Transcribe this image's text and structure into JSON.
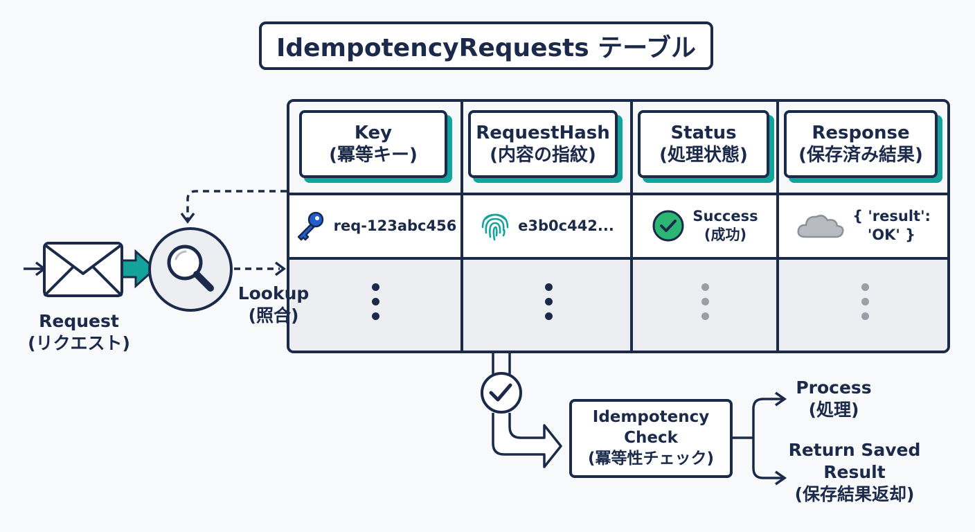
{
  "title": "IdempotencyRequests テーブル",
  "table": {
    "columns": [
      {
        "name": "Key",
        "sub": "(冪等キー)"
      },
      {
        "name": "RequestHash",
        "sub": "(内容の指紋)"
      },
      {
        "name": "Status",
        "sub": "(処理状態)"
      },
      {
        "name": "Response",
        "sub": "(保存済み結果)"
      }
    ],
    "row": {
      "key": "req-123abc456",
      "hash": "e3b0c442...",
      "status_line1": "Success",
      "status_line2": "(成功)",
      "response_line1": "{ 'result':",
      "response_line2": "'OK' }"
    },
    "icons": [
      "key-icon",
      "fingerprint-icon",
      "check-circle-icon",
      "cloud-icon"
    ]
  },
  "request": {
    "line1": "Request",
    "line2": "(リクエスト)"
  },
  "lookup": {
    "line1": "Lookup",
    "line2": "(照合)"
  },
  "check": {
    "line1": "Idempotency",
    "line2": "Check",
    "line3": "(冪等性チェック)"
  },
  "process": {
    "line1": "Process",
    "line2": "(処理)"
  },
  "return_saved": {
    "line1": "Return Saved",
    "line2": "Result",
    "line3": "(保存結果返却)"
  },
  "colors": {
    "navy": "#1b2a4a",
    "teal": "#14a39a",
    "blue": "#1f5fcf",
    "green": "#2bb673",
    "gray": "#9a9ea5"
  }
}
